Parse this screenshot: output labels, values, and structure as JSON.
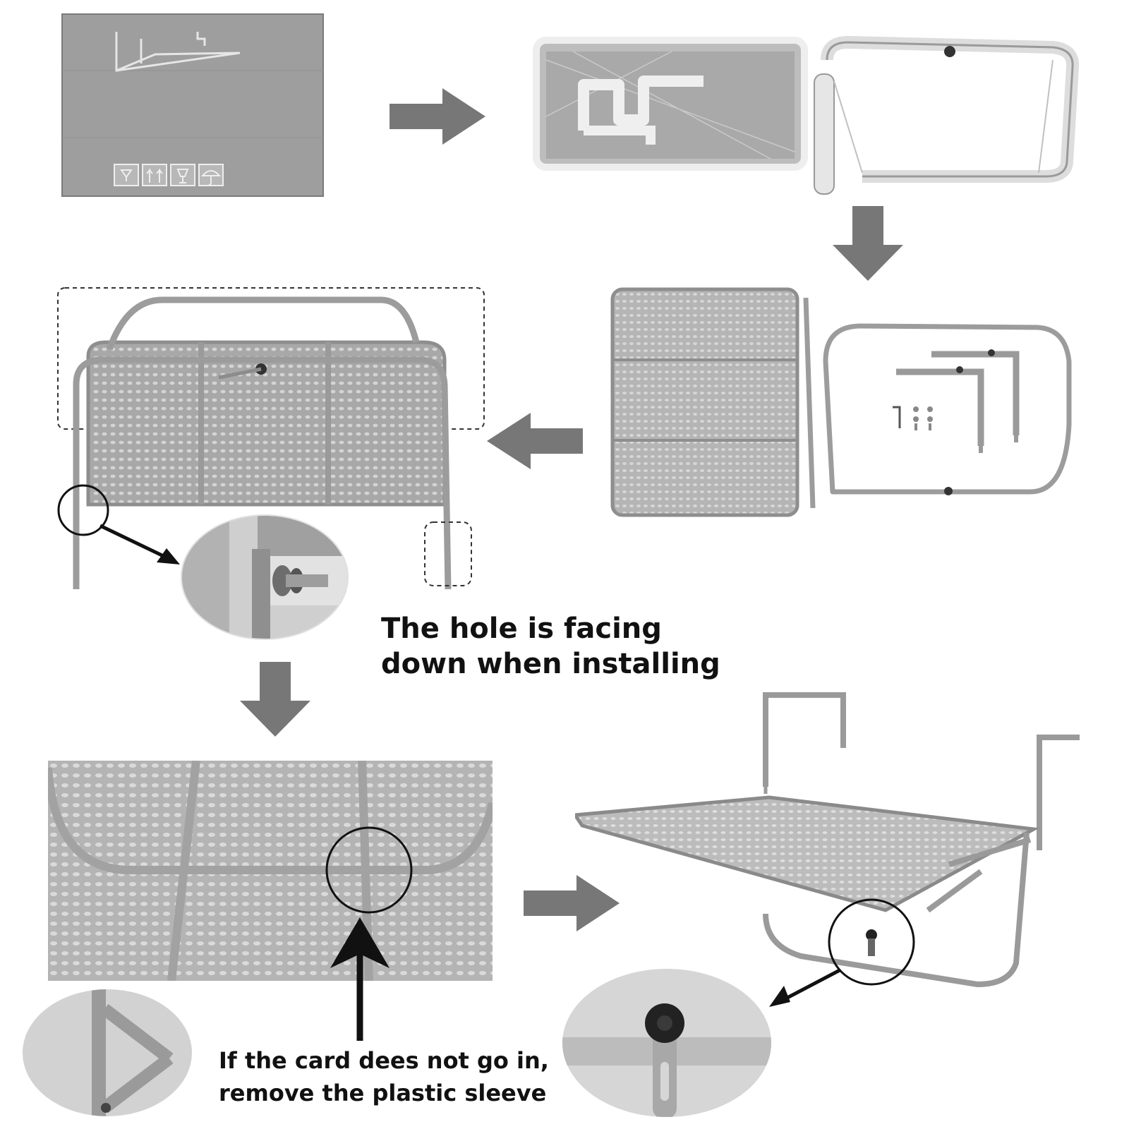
{
  "captions": {
    "hole_facing": [
      "The hole is facing",
      "down when installing"
    ],
    "card_sleeve": [
      "If the card dees not go in,",
      "remove the plastic sleeve"
    ]
  },
  "colors": {
    "arrow": "#777777",
    "metal": "#a6a6a6",
    "metal_dark": "#8c8c8c",
    "mesh": "#c4c4c4",
    "box": "#9e9e9e",
    "outline": "#111111"
  },
  "icons": [
    "fragile-icon",
    "this-way-up-icon",
    "glass-icon",
    "keep-dry-icon"
  ]
}
